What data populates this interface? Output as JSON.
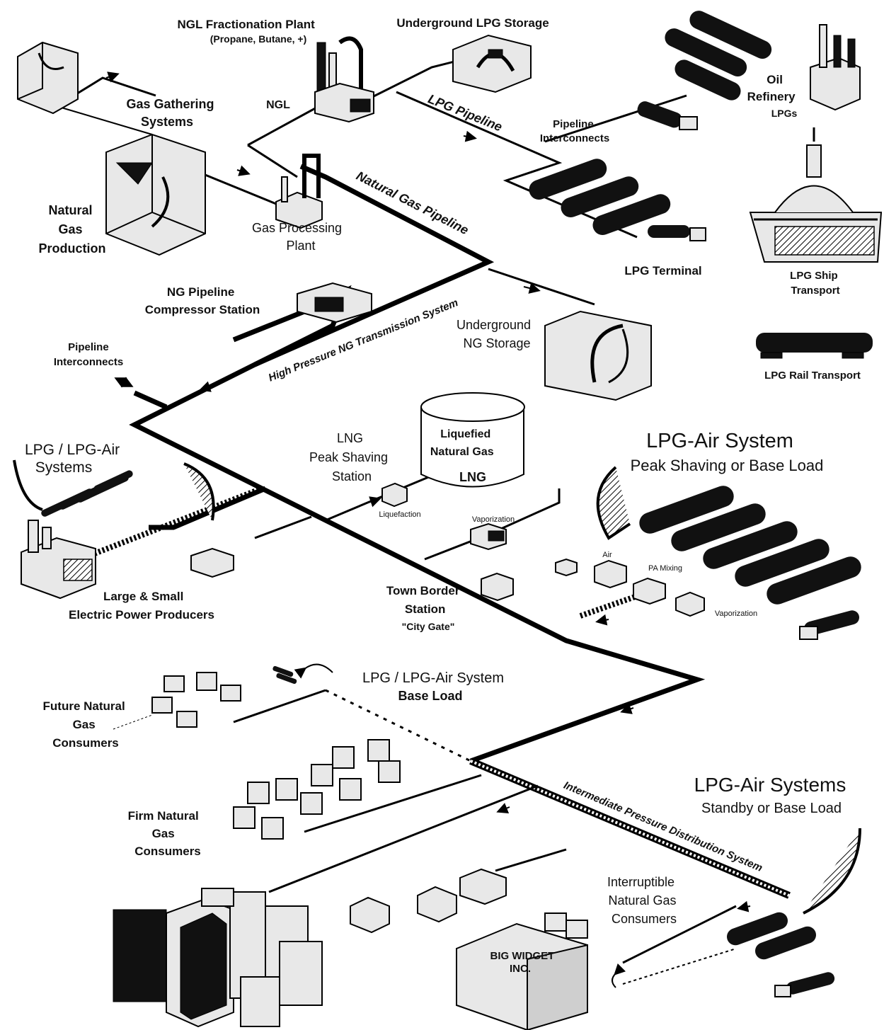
{
  "labels": {
    "ngl_plant": [
      "NGL Fractionation Plant",
      "(Propane, Butane, +)"
    ],
    "underground_lpg": "Underground LPG Storage",
    "oil_refinery": [
      "Oil",
      "Refinery",
      "LPGs"
    ],
    "gas_gathering": [
      "Gas Gathering",
      "Systems"
    ],
    "ngl": "NGL",
    "lpg_pipeline": "LPG Pipeline",
    "pipeline_interconnects_top": [
      "Pipeline",
      "Interconnects"
    ],
    "natural_gas_pipeline": "Natural Gas Pipeline",
    "natural_gas_production": [
      "Natural",
      "Gas",
      "Production"
    ],
    "gas_processing": [
      "Gas Processing",
      "Plant"
    ],
    "lpg_terminal": "LPG Terminal",
    "lpg_ship": [
      "LPG Ship",
      "Transport"
    ],
    "compressor": [
      "NG Pipeline",
      "Compressor Station"
    ],
    "hp_transmission": "High Pressure NG Transmission System",
    "underground_ng": [
      "Underground",
      "NG Storage"
    ],
    "pipeline_interconnects_left": [
      "Pipeline",
      "Interconnects"
    ],
    "lpg_rail": "LPG Rail Transport",
    "lng_station": [
      "LNG",
      "Peak Shaving",
      "Station"
    ],
    "lng_tank": [
      "Liquefied",
      "Natural Gas",
      "LNG"
    ],
    "lpg_air_systems_left": [
      "LPG / LPG-Air",
      "Systems"
    ],
    "lpg_air_peak": [
      "LPG-Air System",
      "Peak Shaving or Base Load"
    ],
    "liquefaction": "Liquefaction",
    "vaporization_lng": "Vaporization",
    "air": "Air",
    "pa_mixing": "PA Mixing",
    "vaporization_right": "Vaporization",
    "power_producers": [
      "Large & Small",
      "Electric Power Producers"
    ],
    "town_border": [
      "Town Border",
      "Station",
      "\"City Gate\""
    ],
    "lpg_air_base": [
      "LPG / LPG-Air System",
      "Base Load"
    ],
    "future_consumers": [
      "Future Natural",
      "Gas",
      "Consumers"
    ],
    "lpg_air_standby": [
      "LPG-Air Systems",
      "Standby or Base Load"
    ],
    "ip_distribution": "Intermediate Pressure Distribution System",
    "firm_consumers": [
      "Firm Natural",
      "Gas",
      "Consumers"
    ],
    "interruptible": [
      "Interruptible",
      "Natural Gas",
      "Consumers"
    ],
    "big_widget": [
      "BIG WIDGET",
      "INC."
    ]
  },
  "colors": {
    "ink": "#111111",
    "paper": "#ffffff",
    "fill_light": "#e8e8e8",
    "fill_mid": "#cfcfcf"
  }
}
